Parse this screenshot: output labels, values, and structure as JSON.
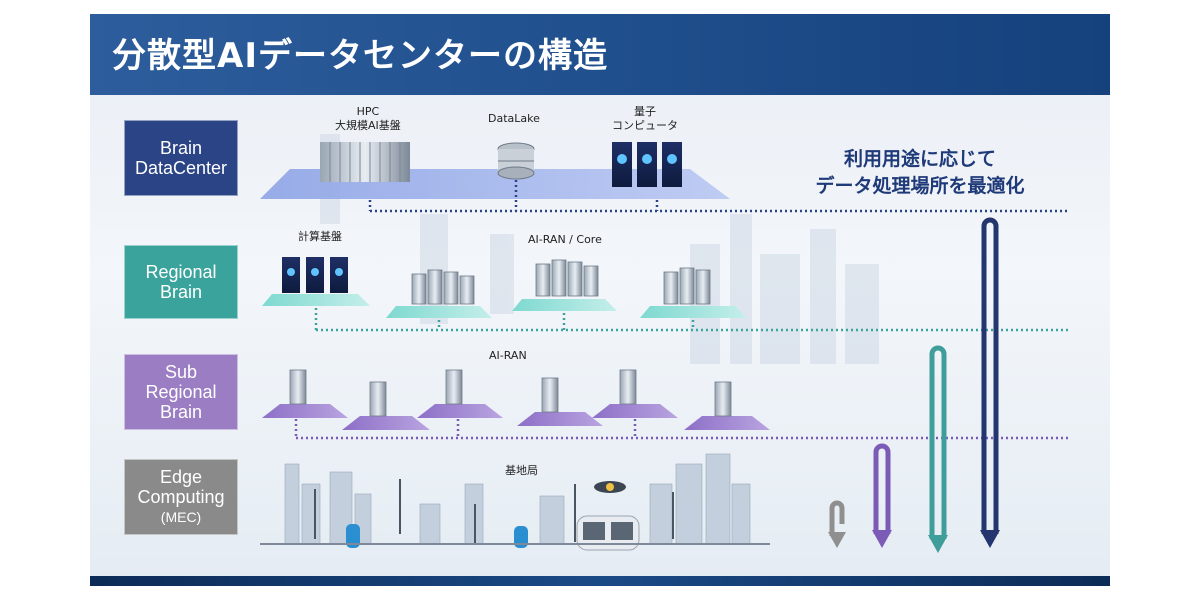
{
  "title": "分散型AIデータセンターの構造",
  "tiers": [
    {
      "lines": [
        "Brain",
        "DataCenter"
      ],
      "color": "#2b4486"
    },
    {
      "lines": [
        "Regional",
        "Brain"
      ],
      "color": "#3aa39c"
    },
    {
      "lines": [
        "Sub",
        "Regional",
        "Brain"
      ],
      "color": "#9b7dc4"
    },
    {
      "lines": [
        "Edge",
        "Computing",
        "(MEC)"
      ],
      "color": "#8a8a8a"
    }
  ],
  "labels": {
    "hpc": [
      "HPC",
      "大規模AI基盤"
    ],
    "datalake": "DataLake",
    "quantum": [
      "量子",
      "コンピュータ"
    ],
    "compute_base": "計算基盤",
    "ai_ran_core": "AI-RAN / Core",
    "ai_ran": "AI-RAN",
    "base_station": "基地局"
  },
  "message": [
    "利用用途に応じて",
    "データ処理場所を最適化"
  ],
  "arrow_colors": {
    "brain": "#24366f",
    "regional": "#3f9d9a",
    "sub": "#7b5bb5",
    "edge": "#8f8f8f"
  }
}
